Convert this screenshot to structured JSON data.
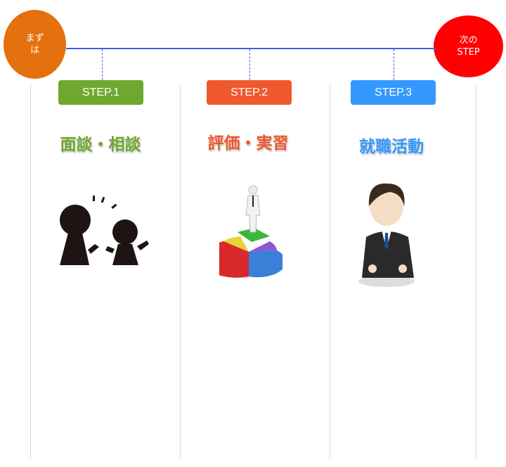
{
  "start": {
    "label_line1": "まず",
    "label_line2": "は",
    "color": "#e4700e"
  },
  "next": {
    "label_line1": "次の",
    "label_line2": "STEP",
    "color": "#ff0000"
  },
  "steps": [
    {
      "badge": "STEP.1",
      "title": "面談・相談",
      "color": "#6fa82e",
      "icon": "conversation-icon"
    },
    {
      "badge": "STEP.2",
      "title": "評価・実習",
      "color": "#f0582e",
      "icon": "pie-chart-person-icon"
    },
    {
      "badge": "STEP.3",
      "title": "就職活動",
      "color": "#3399ff",
      "icon": "businessman-icon"
    }
  ]
}
